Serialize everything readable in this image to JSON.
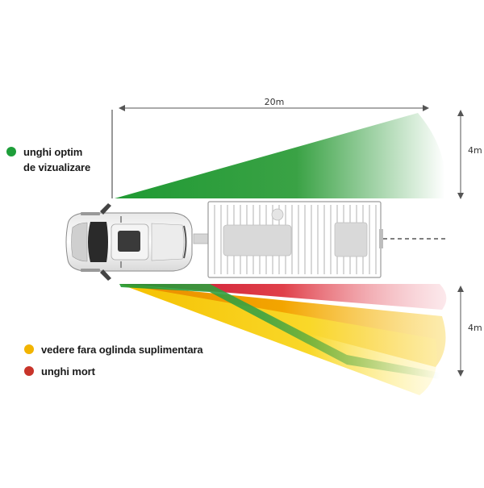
{
  "dimensions": {
    "length_label": "20m",
    "width_top_label": "4m",
    "width_bottom_label": "4m"
  },
  "legend": {
    "optimal": {
      "line1": "unghi optim",
      "line2": "de vizualizare",
      "color": "#1e9e3a"
    },
    "mirror": {
      "label": "vedere fara oglinda suplimentara",
      "color": "#f2b400"
    },
    "blind": {
      "label": "unghi mort",
      "color": "#c8342a"
    }
  },
  "colors": {
    "green": "#2c9b38",
    "yellow": "#f5c400",
    "orange": "#f08a00",
    "red": "#d1202a",
    "dimension_line": "#555555"
  },
  "icons": {
    "vehicle": "suv-top-view-icon",
    "trailer": "caravan-top-view-icon"
  }
}
